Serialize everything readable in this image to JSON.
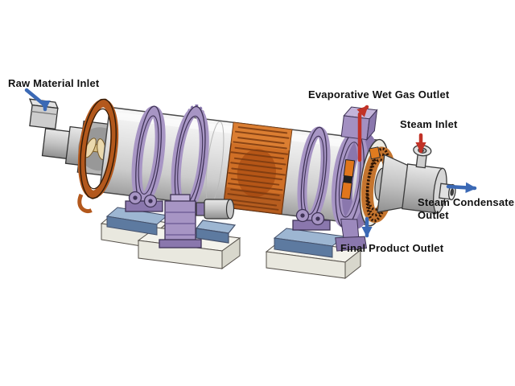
{
  "diagram": {
    "labels": {
      "raw_material_inlet": "Raw Material Inlet",
      "evaporative_wet_gas_outlet": "Evaporative Wet Gas Outlet",
      "steam_inlet": "Steam Inlet",
      "steam_condensate_outlet_line1": "Steam Condensate",
      "steam_condensate_outlet_line2": "Outlet",
      "final_product_outlet": "Final Product Outlet"
    },
    "arrows": [
      {
        "name": "raw-material-inlet-arrow",
        "color_key": "arrow_blue",
        "direction": "down into feed box"
      },
      {
        "name": "evaporative-wet-gas-outlet-arrow",
        "color_key": "arrow_red",
        "direction": "up out of wet-gas collar"
      },
      {
        "name": "steam-inlet-arrow",
        "color_key": "arrow_red",
        "direction": "down onto steam valve"
      },
      {
        "name": "steam-condensate-outlet-arrow",
        "color_key": "arrow_blue",
        "direction": "right out of steam head"
      },
      {
        "name": "final-product-outlet-arrow",
        "color_key": "arrow_blue",
        "direction": "down from discharge chute"
      }
    ],
    "colors": {
      "background": "#ffffff",
      "label_text": "#111111",
      "arrow_blue": "#3b69b5",
      "arrow_red": "#c13227",
      "drum_grey": "#d9d9d9",
      "drum_outline": "#4a4a4a",
      "ring_purple": "#a795c4",
      "ring_purple_light": "#c3b4da",
      "ring_purple_dark": "#8a77ad",
      "ring_outline": "#3f3356",
      "tube_orange": "#cf6f26",
      "tube_orange_dark": "#7a3a10",
      "screw_cream": "#ead9ae",
      "concrete": "#f4f3ec",
      "concrete_front": "#e9e8df",
      "concrete_side": "#d8d7cc",
      "steel_blue": "#9db6d2",
      "steel_blue_dark": "#5d7aa0"
    }
  }
}
